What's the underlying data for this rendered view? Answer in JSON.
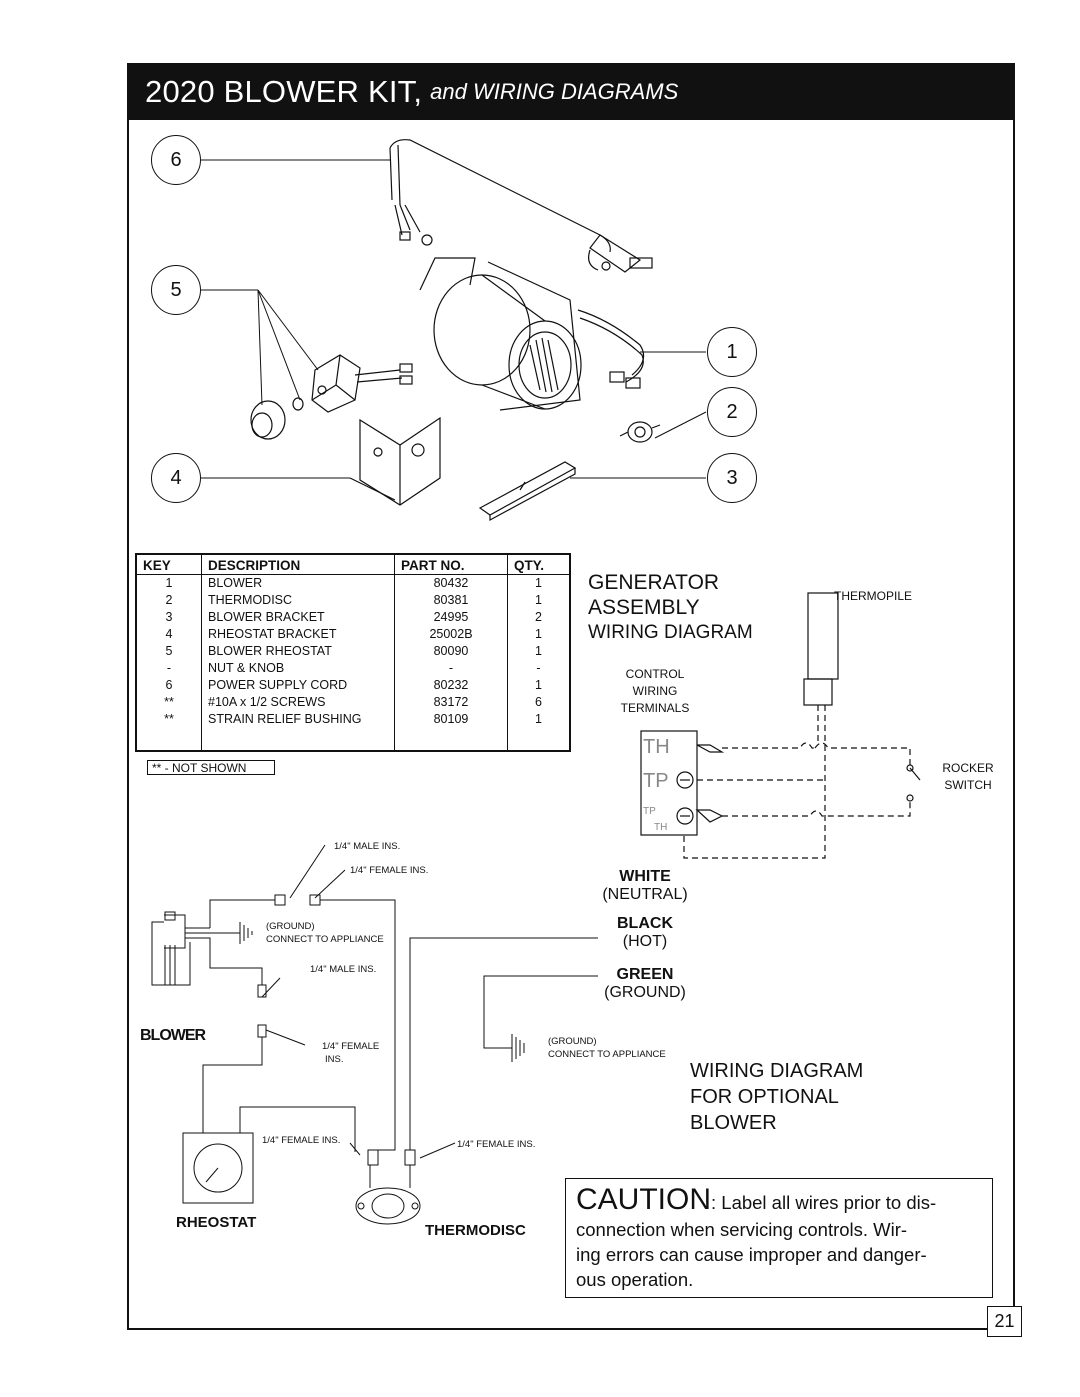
{
  "title": {
    "main": "2020 BLOWER KIT,",
    "sub": "and WIRING DIAGRAMS"
  },
  "callouts": [
    "6",
    "5",
    "4",
    "1",
    "2",
    "3"
  ],
  "parts_table": {
    "headers": [
      "KEY",
      "DESCRIPTION",
      "PART NO.",
      "QTY."
    ],
    "rows": [
      [
        "1",
        "BLOWER",
        "80432",
        "1"
      ],
      [
        "2",
        "THERMODISC",
        "80381",
        "1"
      ],
      [
        "3",
        "BLOWER BRACKET",
        "24995",
        "2"
      ],
      [
        "4",
        "RHEOSTAT BRACKET",
        "25002B",
        "1"
      ],
      [
        "5",
        "BLOWER RHEOSTAT",
        "80090",
        "1"
      ],
      [
        "-",
        "NUT & KNOB",
        "-",
        "-"
      ],
      [
        "6",
        "POWER SUPPLY CORD",
        "80232",
        "1"
      ],
      [
        "**",
        "#10A x 1/2 SCREWS",
        "83172",
        "6"
      ],
      [
        "**",
        "STRAIN RELIEF BUSHING",
        "80109",
        "1"
      ]
    ],
    "note": "** - NOT SHOWN"
  },
  "generator": {
    "title_line1": "GENERATOR",
    "title_line2": "ASSEMBLY",
    "subtitle": "WIRING DIAGRAM",
    "thermopile": "THERMOPILE",
    "control_l1": "CONTROL",
    "control_l2": "WIRING",
    "control_l3": "TERMINALS",
    "rocker_l1": "ROCKER",
    "rocker_l2": "SWITCH",
    "term_th": "TH",
    "term_tp": "TP",
    "term_tp_small": "TP",
    "term_th_small": "TH"
  },
  "blower_diagram": {
    "male_ins_1": "1/4\" MALE INS.",
    "female_ins_1": "1/4\" FEMALE INS.",
    "ground_1": "(GROUND)",
    "connect_1": "CONNECT TO APPLIANCE",
    "male_ins_2": "1/4\" MALE INS.",
    "blower_label": "BLOWER",
    "female_ins_2a": "1/4\" FEMALE",
    "female_ins_2b": "INS.",
    "ground_2": "(GROUND)",
    "connect_2": "CONNECT TO APPLIANCE",
    "female_ins_3": "1/4\" FEMALE INS.",
    "female_ins_4": "1/4\" FEMALE INS.",
    "rheostat_label": "RHEOSTAT",
    "thermodisc_label": "THERMODISC",
    "white": "WHITE",
    "neutral": "(NEUTRAL)",
    "black": "BLACK",
    "hot": "(HOT)",
    "green": "GREEN",
    "ground": "(GROUND)",
    "opt_l1": "WIRING DIAGRAM",
    "opt_l2": "FOR OPTIONAL",
    "opt_l3": "BLOWER"
  },
  "caution": {
    "word": "CAUTION",
    "text": ": Label all wires prior to dis-",
    "line2": "connection  when servicing controls.  Wir-",
    "line3": "ing errors can cause improper and danger-",
    "line4": "ous operation."
  },
  "page_number": "21"
}
